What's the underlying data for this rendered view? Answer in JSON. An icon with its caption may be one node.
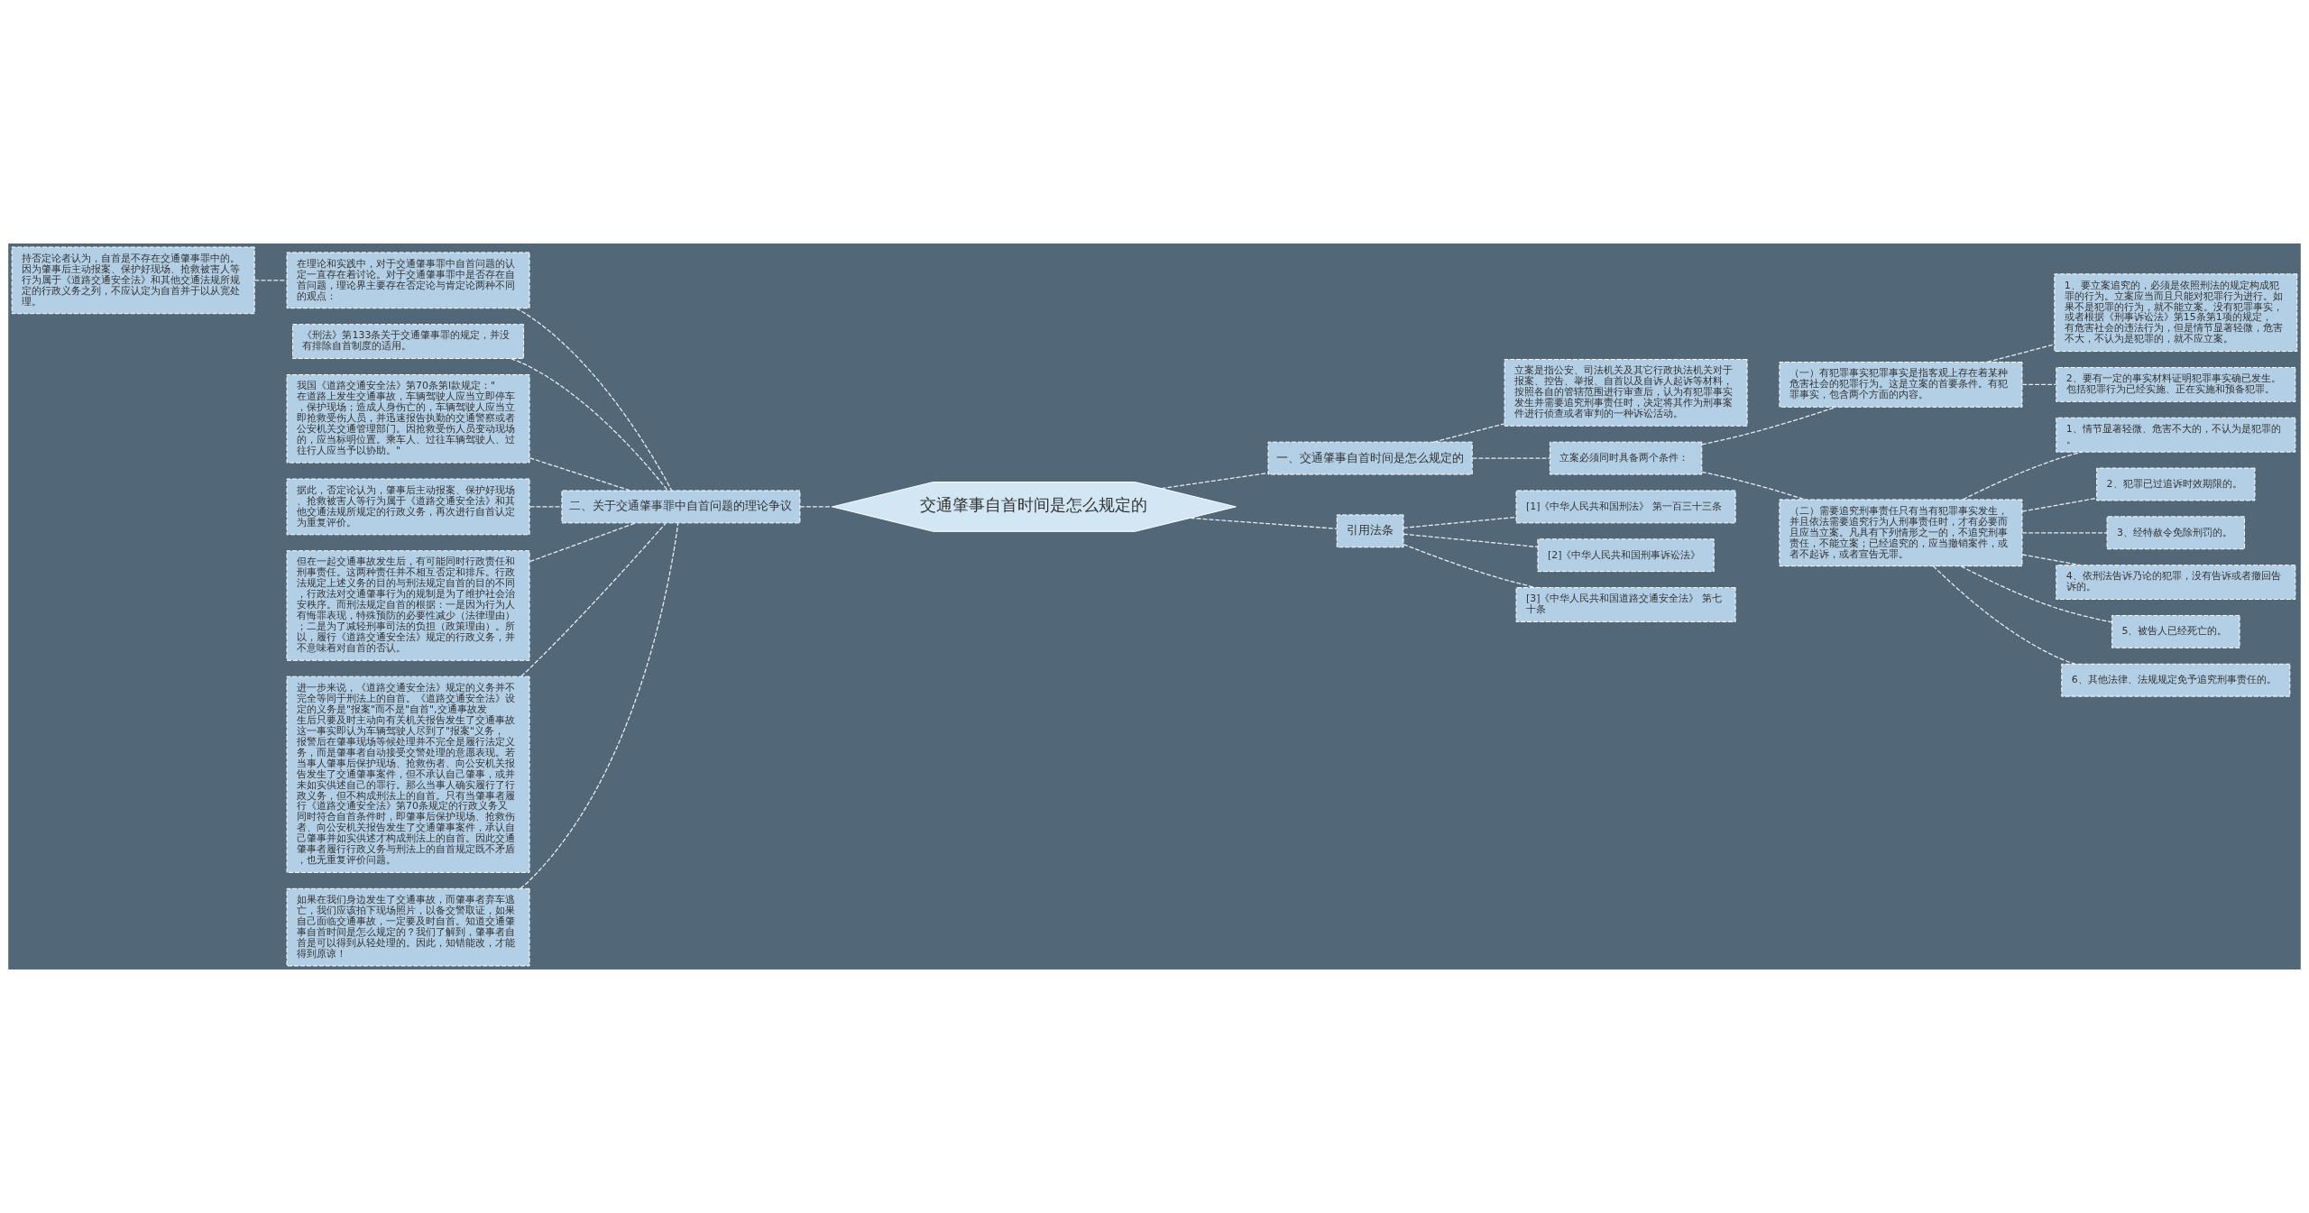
{
  "diagram": {
    "nodes": [
      {
        "text": [
          "交通肇事自首时间是怎么规定的"
        ]
      },
      {
        "text": [
          "二、关于交通肇事罪中自首问题的理论争议"
        ]
      },
      {
        "text": [
          "在理论和实践中，对于交通肇事罪中自首问题的认定一直存在着讨论。对于交通肇事罪中是否存在自首问题，理论界主要存在否定论与肯定论两种不同的观点："
        ]
      },
      {
        "text": [
          "持否定论者认为，自首是不存在交通肇事罪中的。因为肇事后主动报案、保护好现场、抢救被害人等行为属于《道路交通安全法》和其他交通法规所规定的行政义务之列，不应认定为自首并于以从宽处理。"
        ]
      },
      {
        "text": [
          "《刑法》第133条关于交通肇事罪的规定，并没有排除自首制度的适用。"
        ]
      },
      {
        "text": [
          "我国《道路交通安全法》第70条第l款规定：\"在道路上发生交通事故，车辆驾驶人应当立即停车，保护现场；造成人身伤亡的，车辆驾驶人应当立即抢救受伤人员，并迅速报告执勤的交通警察或者公安机关交通管理部门。因抢救受伤人员变动现场的，应当标明位置。乘车人、过往车辆驾驶人、过往行人应当予以协助。\""
        ]
      },
      {
        "text": [
          "据此，否定论认为，肇事后主动报案、保护好现场、抢救被害人等行为属于《道路交通安全法》和其他交通法规所规定的行政义务，再次进行自首认定为重复评价。"
        ]
      },
      {
        "text": [
          "但在一起交通事故发生后，有可能同时行政责任和刑事责任。这两种责任并不相互否定和排斥。行政法规定上述义务的目的与刑法规定自首的目的不同，行政法对交通肇事行为的规制是为了维护社会治安秩序。而刑法规定自首的根据：一是因为行为人有悔罪表现，特殊预防的必要性减少（法律理由）；二是为了减轻刑事司法的负担（政策理由）。所以，履行《道路交通安全法》规定的行政义务，并不意味着对自首的否认。"
        ]
      },
      {
        "text": [
          "进一步来说，《道路交通安全法》规定的义务并不完全等同于刑法上的自首。《道路交通安全法》设定的义务是\"报案\"而不是\"自首\",交通事故发生后只要及时主动向有关机关报告发生了交通事故这一事实即认为车辆驾驶人尽到了\"报案\"义务，报警后在肇事现场等候处理并不完全是履行法定义务，而是肇事者自动接受交警处理的意愿表现。若当事人肇事后保护现场、抢救伤者、向公安机关报告发生了交通肇事案件，但不承认自己肇事，或并未如实供述自己的罪行。那么当事人确实履行了行政义务，但不构成刑法上的自首。只有当肇事者履行《道路交通安全法》第70条规定的行政义务又同时符合自首条件时，即肇事后保护现场、抢救伤者、向公安机关报告发生了交通肇事案件，承认自己肇事并如实供述才构成刑法上的自首。因此交通肇事者履行行政义务与刑法上的自首规定既不矛盾，也无重复评价问题。"
        ]
      },
      {
        "text": [
          "如果在我们身边发生了交通事故，而肇事者弃车逃亡，我们应该拍下现场照片，以备交警取证，如果自己面临交通事故，一定要及时自首。知道交通肇事自首时间是怎么规定的？我们了解到，肇事者自首是可以得到从轻处理的。因此，知错能改，才能得到原谅！"
        ]
      },
      {
        "text": [
          "一、交通肇事自首时间是怎么规定的"
        ]
      },
      {
        "text": [
          "立案是指公安、司法机关及其它行政执法机关对于报案、控告、举报、自首以及自诉人起诉等材料，按照各自的管辖范围进行审查后，认为有犯罪事实发生并需要追究刑事责任时，决定将其作为刑事案件进行侦查或者审判的一种诉讼活动。"
        ]
      },
      {
        "text": [
          "立案必须同时具备两个条件："
        ]
      },
      {
        "text": [
          "（一）有犯罪事实犯罪事实是指客观上存在着某种危害社会的犯罪行为。这是立案的首要条件。有犯罪事实，包含两个方面的内容。"
        ]
      },
      {
        "text": [
          "1、要立案追究的，必须是依照刑法的规定构成犯罪的行为。立案应当而且只能对犯罪行为进行。如果不是犯罪的行为，就不能立案。没有犯罪事实，或者根据《刑事诉讼法》第15条第1项的规定，有危害社会的违法行为，但是情节显著轻微，危害不大，不认为是犯罪的，就不应立案。"
        ]
      },
      {
        "text": [
          "2、要有一定的事实材料证明犯罪事实确已发生。包括犯罪行为已经实施、正在实施和预备犯罪。"
        ]
      },
      {
        "text": [
          "（二）需要追究刑事责任只有当有犯罪事实发生，并且依法需要追究行为人刑事责任时，才有必要而且应当立案。凡具有下列情形之一的，不追究刑事责任，不能立案；已经追究的，应当撤销案件，或者不起诉，或者宣告无罪。"
        ]
      },
      {
        "text": [
          "1、情节显著轻微、危害不大的，不认为是犯罪的。"
        ]
      },
      {
        "text": [
          "2、犯罪已过追诉时效期限的。"
        ]
      },
      {
        "text": [
          "3、经特赦令免除刑罚的。"
        ]
      },
      {
        "text": [
          "4、依刑法告诉乃论的犯罪，没有告诉或者撤回告诉的。"
        ]
      },
      {
        "text": [
          "5、被告人已经死亡的。"
        ]
      },
      {
        "text": [
          "6、其他法律、法规规定免予追究刑事责任的。"
        ]
      },
      {
        "text": [
          "引用法条"
        ]
      },
      {
        "text": [
          "[1]《中华人民共和国刑法》 第一百三十三条"
        ]
      },
      {
        "text": [
          "[2]《中华人民共和国刑事诉讼法》"
        ]
      },
      {
        "text": [
          "[3]《中华人民共和国道路交通安全法》 第七十条"
        ]
      }
    ],
    "edges": [
      {
        "from": 0,
        "to": 1,
        "arrow": "none",
        "style": "dashed"
      },
      {
        "from": 1,
        "to": 2,
        "arrow": "none",
        "style": "dashed"
      },
      {
        "from": 2,
        "to": 3,
        "arrow": "none",
        "style": "dashed"
      },
      {
        "from": 1,
        "to": 4,
        "arrow": "none",
        "style": "dashed"
      },
      {
        "from": 1,
        "to": 5,
        "arrow": "none",
        "style": "dashed"
      },
      {
        "from": 1,
        "to": 6,
        "arrow": "none",
        "style": "dashed"
      },
      {
        "from": 1,
        "to": 7,
        "arrow": "none",
        "style": "dashed"
      },
      {
        "from": 1,
        "to": 8,
        "arrow": "none",
        "style": "dashed"
      },
      {
        "from": 1,
        "to": 9,
        "arrow": "none",
        "style": "dashed"
      },
      {
        "from": 0,
        "to": 10,
        "arrow": "none",
        "style": "dashed"
      },
      {
        "from": 10,
        "to": 11,
        "arrow": "none",
        "style": "dashed"
      },
      {
        "from": 10,
        "to": 12,
        "arrow": "none",
        "style": "dashed"
      },
      {
        "from": 12,
        "to": 13,
        "arrow": "none",
        "style": "dashed"
      },
      {
        "from": 13,
        "to": 14,
        "arrow": "none",
        "style": "dashed"
      },
      {
        "from": 13,
        "to": 15,
        "arrow": "none",
        "style": "dashed"
      },
      {
        "from": 12,
        "to": 16,
        "arrow": "none",
        "style": "dashed"
      },
      {
        "from": 16,
        "to": 17,
        "arrow": "none",
        "style": "dashed"
      },
      {
        "from": 16,
        "to": 18,
        "arrow": "none",
        "style": "dashed"
      },
      {
        "from": 16,
        "to": 19,
        "arrow": "none",
        "style": "dashed"
      },
      {
        "from": 16,
        "to": 20,
        "arrow": "none",
        "style": "dashed"
      },
      {
        "from": 16,
        "to": 21,
        "arrow": "none",
        "style": "dashed"
      },
      {
        "from": 16,
        "to": 22,
        "arrow": "none",
        "style": "dashed"
      },
      {
        "from": 0,
        "to": 23,
        "arrow": "none",
        "style": "dashed"
      },
      {
        "from": 23,
        "to": 24,
        "arrow": "none",
        "style": "dashed"
      },
      {
        "from": 23,
        "to": 25,
        "arrow": "none",
        "style": "dashed"
      },
      {
        "from": 23,
        "to": 26,
        "arrow": "none",
        "style": "dashed"
      }
    ]
  }
}
